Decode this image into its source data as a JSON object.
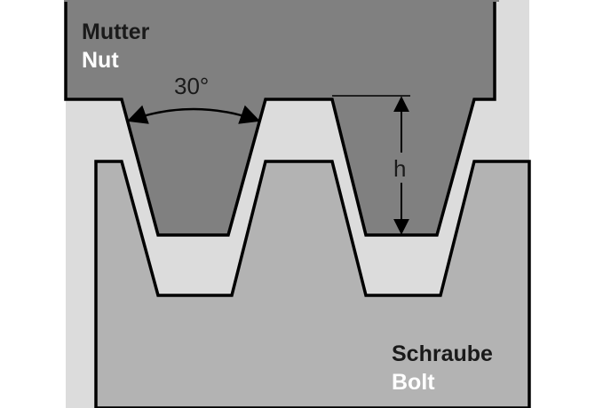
{
  "labels": {
    "nut_de": "Mutter",
    "nut_en": "Nut",
    "bolt_de": "Schraube",
    "bolt_en": "Bolt",
    "flank_angle": "30°",
    "thread_depth": "h"
  },
  "colors": {
    "nut_fill": "#808080",
    "gap_fill": "#dcdcdc",
    "bolt_fill": "#b3b3b3",
    "outline": "#000000",
    "label_dark": "#1a1a1a",
    "label_light": "#ffffff"
  }
}
